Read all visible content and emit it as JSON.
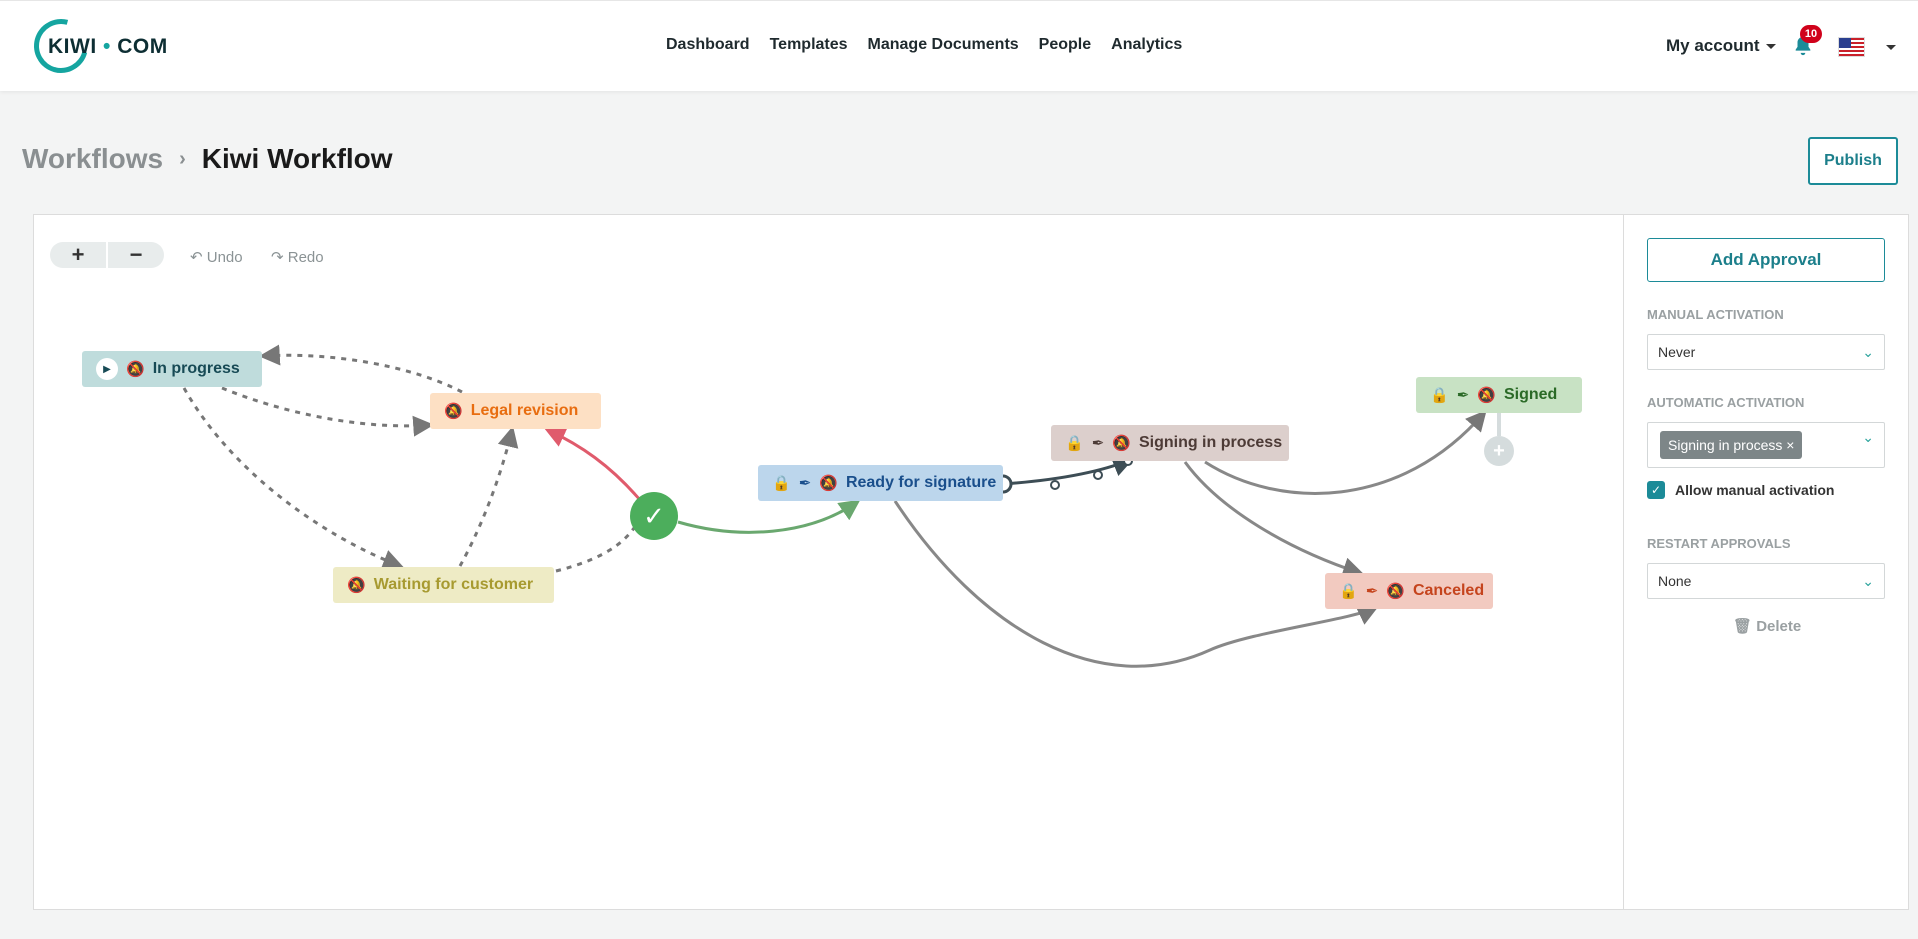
{
  "brand": {
    "logo_left": "KIWI",
    "logo_dot": "•",
    "logo_right": "COM"
  },
  "nav": {
    "items": [
      "Dashboard",
      "Templates",
      "Manage Documents",
      "People",
      "Analytics"
    ]
  },
  "account": {
    "label": "My account",
    "notifications": "10"
  },
  "breadcrumb": {
    "parent": "Workflows",
    "separator": "›",
    "current": "Kiwi Workflow"
  },
  "actions": {
    "publish": "Publish",
    "undo": "Undo",
    "redo": "Redo",
    "zoom_in": "+",
    "zoom_out": "−"
  },
  "workflow": {
    "nodes": {
      "in_progress": "In progress",
      "legal_revision": "Legal revision",
      "waiting": "Waiting for customer",
      "ready": "Ready for signature",
      "signing": "Signing in process",
      "signed": "Signed",
      "canceled": "Canceled"
    },
    "colors": {
      "approve": "#6aa86f",
      "reject": "#e05b6c",
      "dashed": "#777777",
      "default": "#888888"
    }
  },
  "sidebar": {
    "add_approval": "Add Approval",
    "manual_activation_label": "Manual activation",
    "manual_activation_value": "Never",
    "automatic_activation_label": "Automatic activation",
    "automatic_activation_tag": "Signing in process",
    "allow_manual": "Allow manual activation",
    "restart_label": "Restart approvals",
    "restart_value": "None",
    "delete": "Delete"
  }
}
